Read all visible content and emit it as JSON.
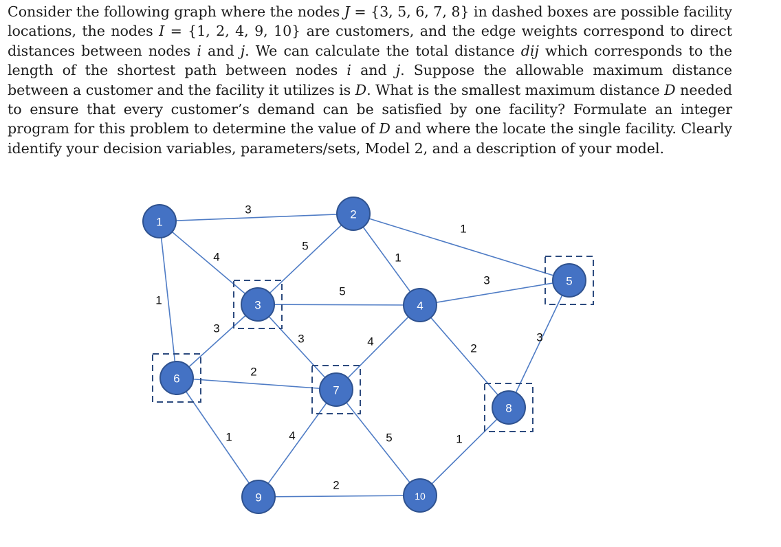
{
  "problem": {
    "parts": [
      {
        "text": "Consider the following graph where the nodes ",
        "italic": false
      },
      {
        "text": "J",
        "italic": true
      },
      {
        "text": " = {3, 5, 6, 7, 8} in dashed boxes are possible facility locations, the nodes ",
        "italic": false
      },
      {
        "text": "I",
        "italic": true
      },
      {
        "text": " = {1, 2, 4, 9, 10} are customers, and the edge weights correspond to direct distances between nodes ",
        "italic": false
      },
      {
        "text": "i",
        "italic": true
      },
      {
        "text": " and ",
        "italic": false
      },
      {
        "text": "j",
        "italic": true
      },
      {
        "text": ". We can calculate the total distance ",
        "italic": false
      },
      {
        "text": "dij",
        "italic": true
      },
      {
        "text": " which corresponds to the length of the shortest path between nodes ",
        "italic": false
      },
      {
        "text": "i",
        "italic": true
      },
      {
        "text": " and ",
        "italic": false
      },
      {
        "text": "j",
        "italic": true
      },
      {
        "text": ". Suppose the allowable maximum distance between a customer and the facility it utilizes is ",
        "italic": false
      },
      {
        "text": "D",
        "italic": true
      },
      {
        "text": ". What is the smallest maximum distance ",
        "italic": false
      },
      {
        "text": "D",
        "italic": true
      },
      {
        "text": " needed to ensure that every customer’s demand can be satisfied by one facility? Formulate an integer program for this problem to determine the value of ",
        "italic": false
      },
      {
        "text": "D",
        "italic": true
      },
      {
        "text": " and where the locate the single facility. Clearly identify your decision variables, parameters/sets, Model 2, and a description of your model.",
        "italic": false
      }
    ]
  },
  "graph": {
    "nodes": [
      {
        "id": "1",
        "label": "1",
        "facility": false
      },
      {
        "id": "2",
        "label": "2",
        "facility": false
      },
      {
        "id": "3",
        "label": "3",
        "facility": true
      },
      {
        "id": "4",
        "label": "4",
        "facility": false
      },
      {
        "id": "5",
        "label": "5",
        "facility": true
      },
      {
        "id": "6",
        "label": "6",
        "facility": true
      },
      {
        "id": "7",
        "label": "7",
        "facility": true
      },
      {
        "id": "8",
        "label": "8",
        "facility": true
      },
      {
        "id": "9",
        "label": "9",
        "facility": false
      },
      {
        "id": "10",
        "label": "10",
        "facility": false
      }
    ],
    "edges": [
      {
        "from": "1",
        "to": "2",
        "weight": "3"
      },
      {
        "from": "1",
        "to": "3",
        "weight": "4"
      },
      {
        "from": "1",
        "to": "6",
        "weight": "1"
      },
      {
        "from": "2",
        "to": "3",
        "weight": "5"
      },
      {
        "from": "2",
        "to": "5",
        "weight": "1"
      },
      {
        "from": "2",
        "to": "4",
        "weight": "1"
      },
      {
        "from": "3",
        "to": "4",
        "weight": "5"
      },
      {
        "from": "3",
        "to": "6",
        "weight": "3"
      },
      {
        "from": "3",
        "to": "7",
        "weight": "3"
      },
      {
        "from": "4",
        "to": "5",
        "weight": "3"
      },
      {
        "from": "4",
        "to": "7",
        "weight": "4"
      },
      {
        "from": "4",
        "to": "8",
        "weight": "2"
      },
      {
        "from": "5",
        "to": "8",
        "weight": "3"
      },
      {
        "from": "6",
        "to": "7",
        "weight": "2"
      },
      {
        "from": "6",
        "to": "9",
        "weight": "1"
      },
      {
        "from": "7",
        "to": "9",
        "weight": "4"
      },
      {
        "from": "7",
        "to": "10",
        "weight": "5"
      },
      {
        "from": "9",
        "to": "10",
        "weight": "2"
      },
      {
        "from": "8",
        "to": "10",
        "weight": "1"
      }
    ]
  }
}
